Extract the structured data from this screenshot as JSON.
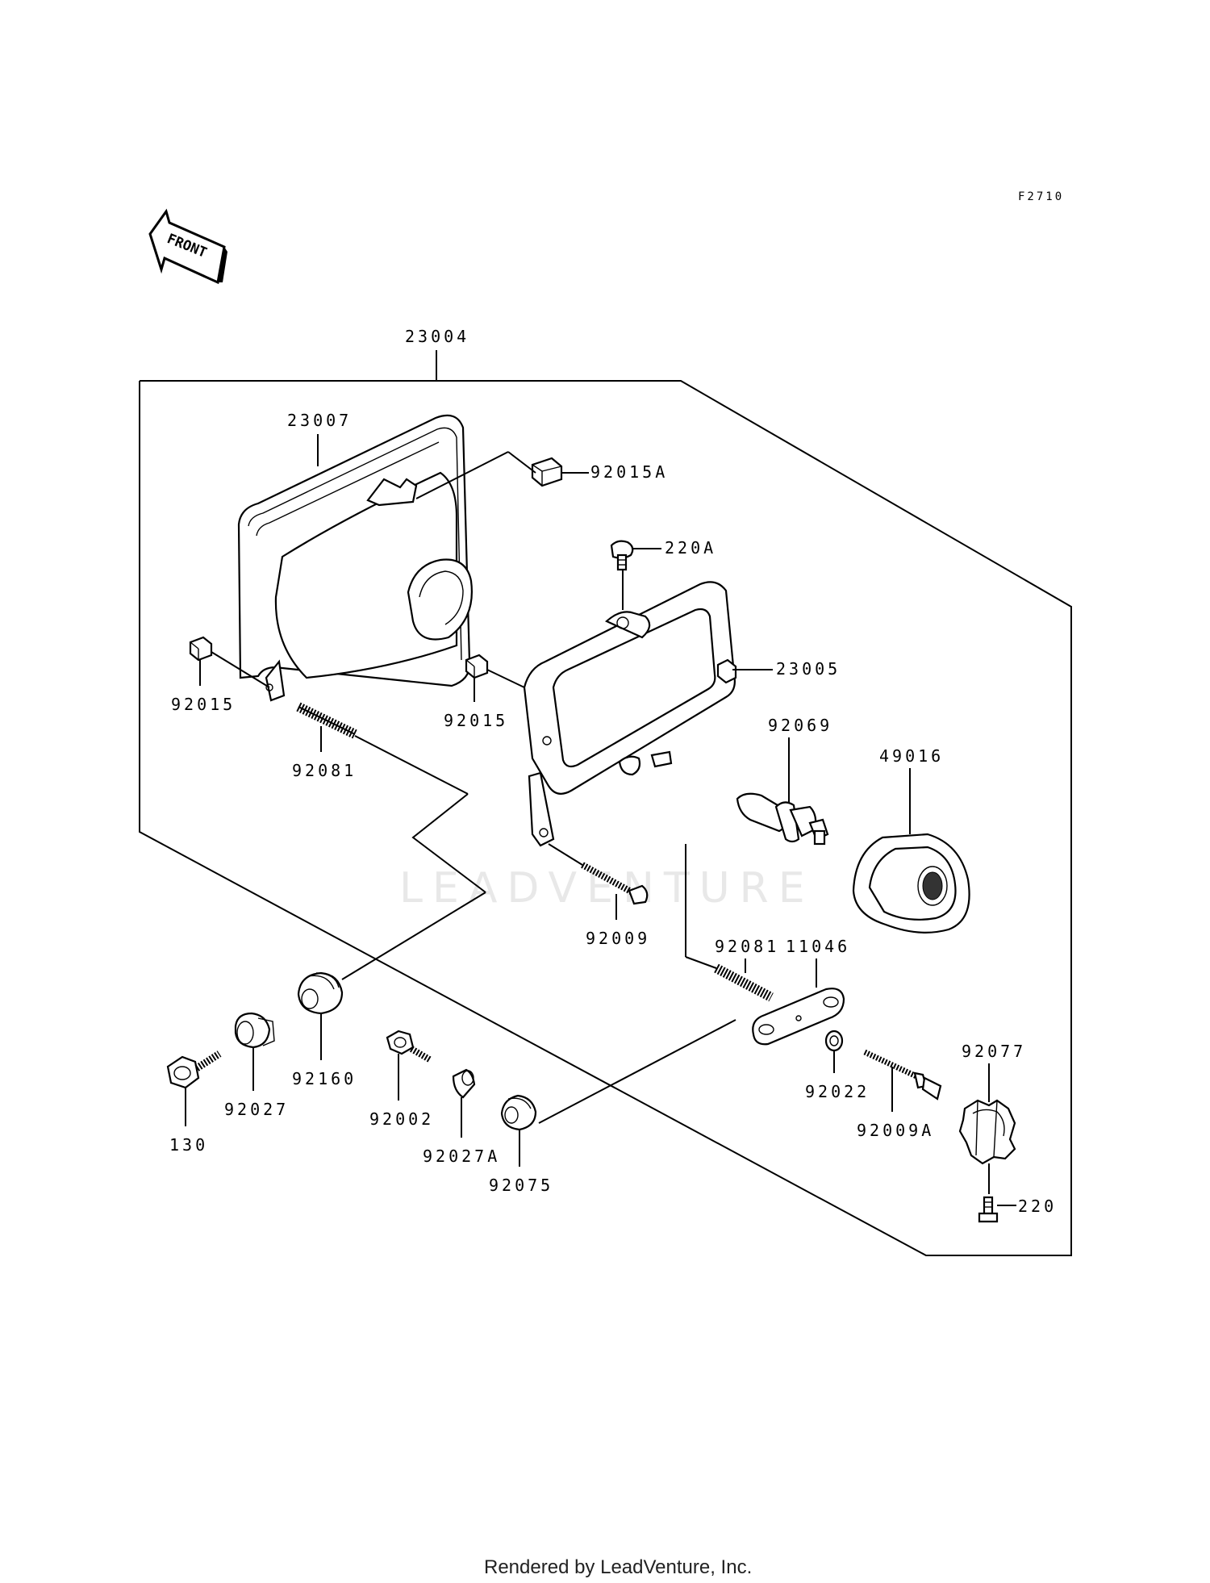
{
  "figure_code": "F2710",
  "direction_label": "FRONT",
  "watermark": "LEADVENTURE",
  "footer": "Rendered by LeadVenture, Inc.",
  "parts": {
    "p23004": "23004",
    "p23007": "23007",
    "p92015A": "92015A",
    "p220A": "220A",
    "p23005": "23005",
    "p92015_left": "92015",
    "p92015_mid": "92015",
    "p92081_top": "92081",
    "p92069": "92069",
    "p49016": "49016",
    "p92009": "92009",
    "p92081_bottom": "92081",
    "p11046": "11046",
    "p92160": "92160",
    "p92027": "92027",
    "p130": "130",
    "p92002": "92002",
    "p92027A": "92027A",
    "p92075": "92075",
    "p92022": "92022",
    "p92009A": "92009A",
    "p92077": "92077",
    "p220": "220"
  }
}
